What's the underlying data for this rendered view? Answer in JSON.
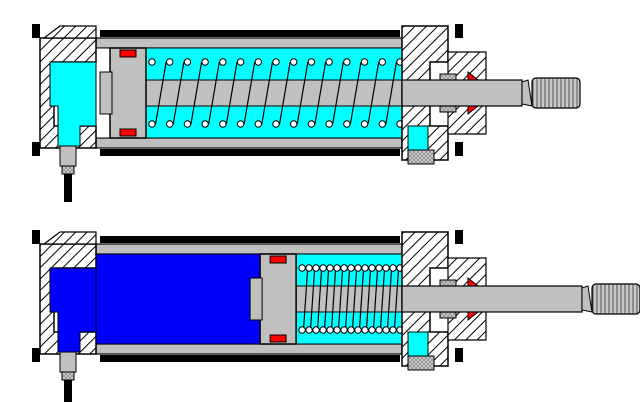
{
  "diagram": {
    "figures": [
      {
        "name": "cylinder-retracted",
        "state": "spring-extended",
        "fluid_color": "#00ffff",
        "piston_position": 0.0
      },
      {
        "name": "cylinder-extended",
        "state": "pressurized",
        "fluid_color": "#0000ff",
        "piston_position": 0.79
      }
    ],
    "colors": {
      "body": "#c0c0c0",
      "outline": "#000000",
      "low_pressure_fluid": "#00ffff",
      "high_pressure_fluid": "#0000ff",
      "seal": "#ff0000",
      "hatch": "#000000"
    },
    "icons": [
      "hatched-end-cap-icon",
      "spring-icon",
      "piston-icon",
      "rod-icon",
      "seal-icon",
      "port-fitting-icon",
      "threaded-end-icon"
    ]
  }
}
